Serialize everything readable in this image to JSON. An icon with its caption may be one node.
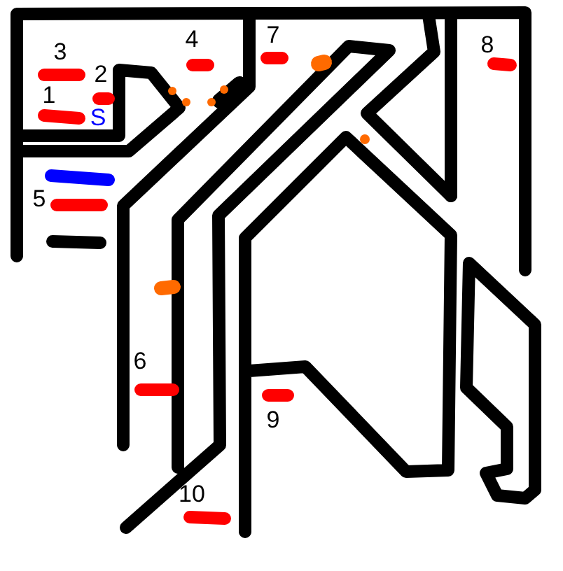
{
  "diagram": {
    "labels": [
      "3",
      "4",
      "7",
      "8",
      "2",
      "1",
      "S",
      "5",
      "6",
      "9",
      "10"
    ]
  }
}
